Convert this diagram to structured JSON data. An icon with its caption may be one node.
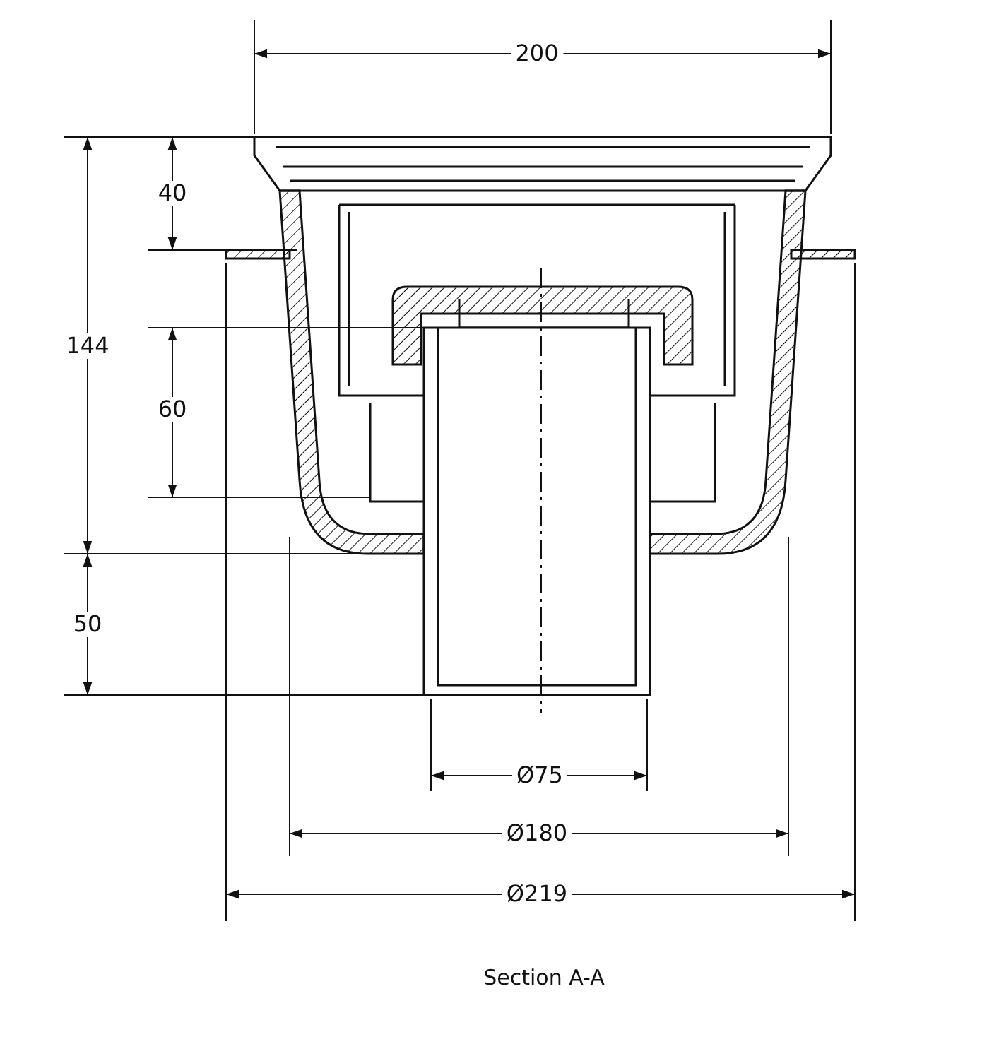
{
  "diagram": {
    "caption": "Section A-A",
    "labels": [
      "200",
      "40",
      "144",
      "60",
      "50",
      "Ø75",
      "Ø180",
      "Ø219"
    ]
  }
}
